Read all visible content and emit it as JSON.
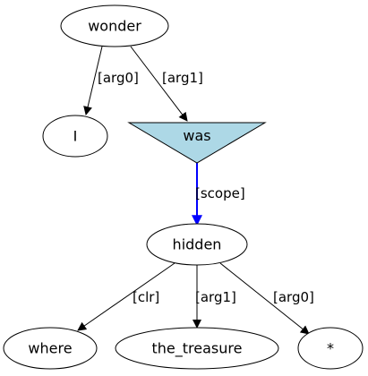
{
  "nodes": {
    "wonder": "wonder",
    "i": "I",
    "was": "was",
    "hidden": "hidden",
    "where": "where",
    "the_treasure": "the_treasure",
    "star": "*"
  },
  "edges": {
    "wonder_i": "[arg0]",
    "wonder_was": "[arg1]",
    "was_hidden": "[scope]",
    "hidden_where": "[clr]",
    "hidden_the_treasure": "[arg1]",
    "hidden_star": "[arg0]"
  },
  "colors": {
    "triangle_fill": "#add8e6",
    "scope_edge": "#0000ff",
    "edge": "#000000"
  }
}
